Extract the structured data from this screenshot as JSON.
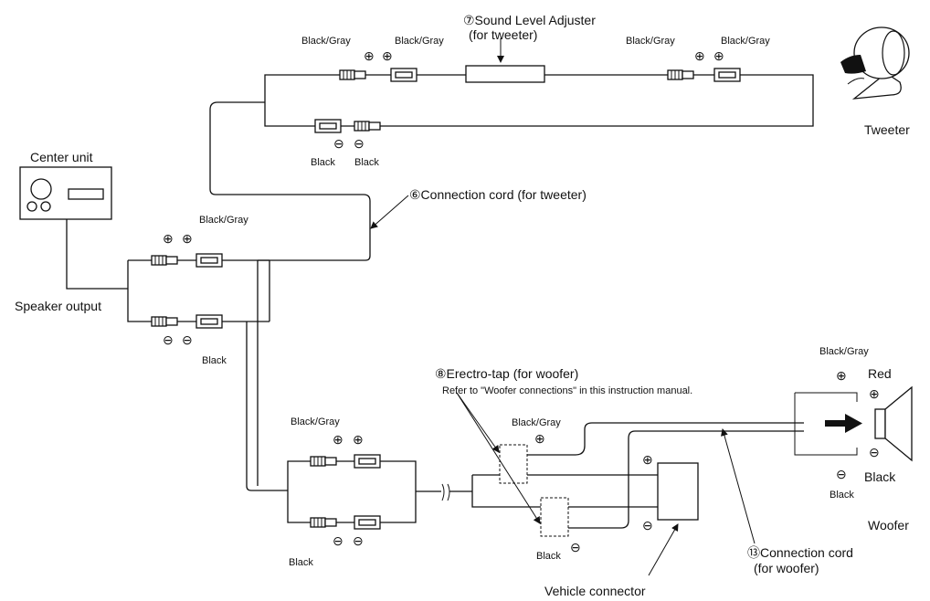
{
  "labels": {
    "center_unit": "Center unit",
    "speaker_output": "Speaker output",
    "tweeter": "Tweeter",
    "woofer": "Woofer",
    "sound_level_adjuster_line1": "⑦Sound Level Adjuster",
    "sound_level_adjuster_line2": "(for tweeter)",
    "connection_cord_tweeter": "⑥Connection cord (for tweeter)",
    "erectro_tap": "⑧Erectro-tap (for woofer)",
    "refer_note": "Refer to \"Woofer connections\" in this instruction manual.",
    "connection_cord_woofer_line1": "⑬Connection cord",
    "connection_cord_woofer_line2": "(for woofer)",
    "vehicle_connector": "Vehicle connector",
    "red": "Red",
    "black": "Black",
    "black_gray": "Black/Gray"
  },
  "symbols": {
    "plus": "⊕",
    "minus": "⊖"
  },
  "icons": [
    "tweeter-icon",
    "woofer-speaker-icon",
    "center-unit-icon",
    "arrow-icon"
  ]
}
